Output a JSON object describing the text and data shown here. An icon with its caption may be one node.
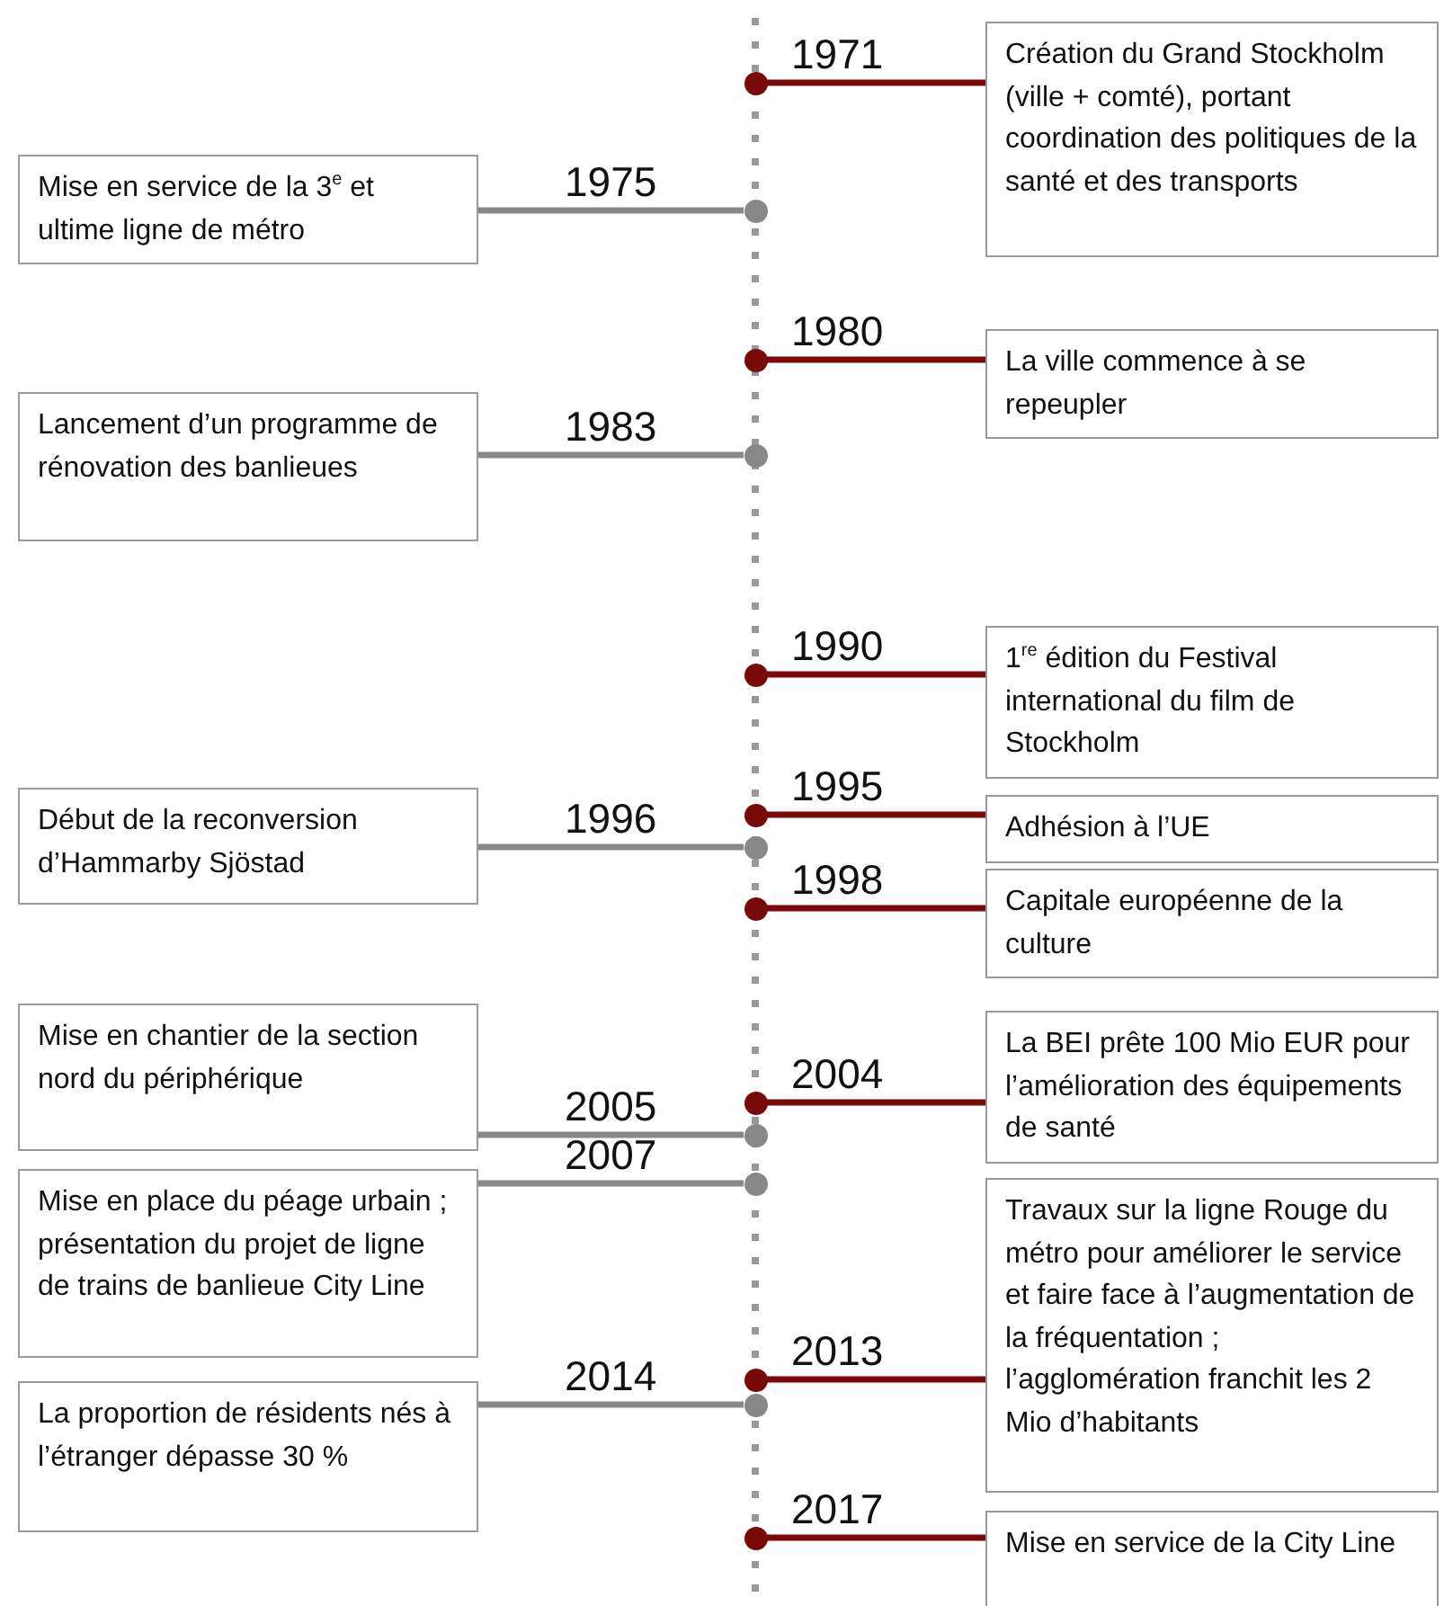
{
  "diagram": {
    "nodes": [
      {
        "text": [
          "Création du Grand Stockholm (ville + comté), portant coordination des politiques de la santé et des transports"
        ]
      },
      {
        "text": [],
        "shape": "circle"
      },
      {
        "text": [
          "Mise en service de la 3$^{e}$ et ultime ligne de métro"
        ]
      },
      {
        "text": [],
        "shape": "circle"
      },
      {
        "text": [
          "La ville commence à se repeupler"
        ]
      },
      {
        "text": [],
        "shape": "circle"
      },
      {
        "text": [
          "Lancement d’un programme de rénovation des banlieues"
        ]
      },
      {
        "text": [],
        "shape": "circle"
      },
      {
        "text": [
          "1$^{re}$ édition du Festival international du film de Stockholm"
        ]
      },
      {
        "text": [],
        "shape": "circle"
      },
      {
        "text": [
          "Adhésion à l’UE"
        ]
      },
      {
        "text": [],
        "shape": "circle"
      },
      {
        "text": [
          "Début de la reconversion d’Hammarby Sjöstad"
        ]
      },
      {
        "text": [],
        "shape": "circle"
      },
      {
        "text": [
          "Capitale européenne de la culture"
        ]
      },
      {
        "text": [],
        "shape": "circle"
      },
      {
        "text": [
          "La BEI prête 100 Mio EUR pour l’amélioration des équipements de santé"
        ]
      },
      {
        "text": [],
        "shape": "circle"
      },
      {
        "text": [
          "Mise en chantier de la section nord du périphérique"
        ]
      },
      {
        "text": [],
        "shape": "circle"
      },
      {
        "text": [
          "Mise en place du péage urbain ; présentation du projet de ligne de trains de banlieue City Line"
        ]
      },
      {
        "text": [],
        "shape": "circle"
      },
      {
        "text": [
          "Travaux sur la ligne Rouge du métro pour améliorer le service et faire face à l’augmentation de la fréquentation ; l’agglomération franchit les 2 Mio d’habitants"
        ]
      },
      {
        "text": [],
        "shape": "circle"
      },
      {
        "text": [
          "La proportion de résidents nés à l’étranger dépasse 30 %"
        ]
      },
      {
        "text": [],
        "shape": "circle"
      },
      {
        "text": [
          "Mise en service de la City Line"
        ]
      },
      {
        "text": [],
        "shape": "circle"
      }
    ],
    "edges": [
      {
        "from": 1,
        "to": 0,
        "arrow": "none",
        "label": "1971"
      },
      {
        "from": 3,
        "to": 2,
        "arrow": "none",
        "label": "1975",
        "color": "#888888"
      },
      {
        "from": 5,
        "to": 4,
        "arrow": "none",
        "label": "1980"
      },
      {
        "from": 7,
        "to": 6,
        "arrow": "none",
        "label": "1983",
        "color": "#888888"
      },
      {
        "from": 9,
        "to": 8,
        "arrow": "none",
        "label": "1990"
      },
      {
        "from": 11,
        "to": 10,
        "arrow": "none",
        "label": "1995"
      },
      {
        "from": 13,
        "to": 12,
        "arrow": "none",
        "label": "1996",
        "color": "#888888"
      },
      {
        "from": 15,
        "to": 14,
        "arrow": "none",
        "label": "1998"
      },
      {
        "from": 17,
        "to": 16,
        "arrow": "none",
        "label": "2004"
      },
      {
        "from": 19,
        "to": 18,
        "arrow": "none",
        "label": "2005",
        "color": "#888888"
      },
      {
        "from": 21,
        "to": 20,
        "arrow": "none",
        "label": "2007",
        "color": "#888888"
      },
      {
        "from": 23,
        "to": 22,
        "arrow": "none",
        "label": "2013"
      },
      {
        "from": 25,
        "to": 24,
        "arrow": "none",
        "label": "2014",
        "color": "#888888"
      },
      {
        "from": 27,
        "to": 26,
        "arrow": "none",
        "label": "2017"
      }
    ]
  }
}
